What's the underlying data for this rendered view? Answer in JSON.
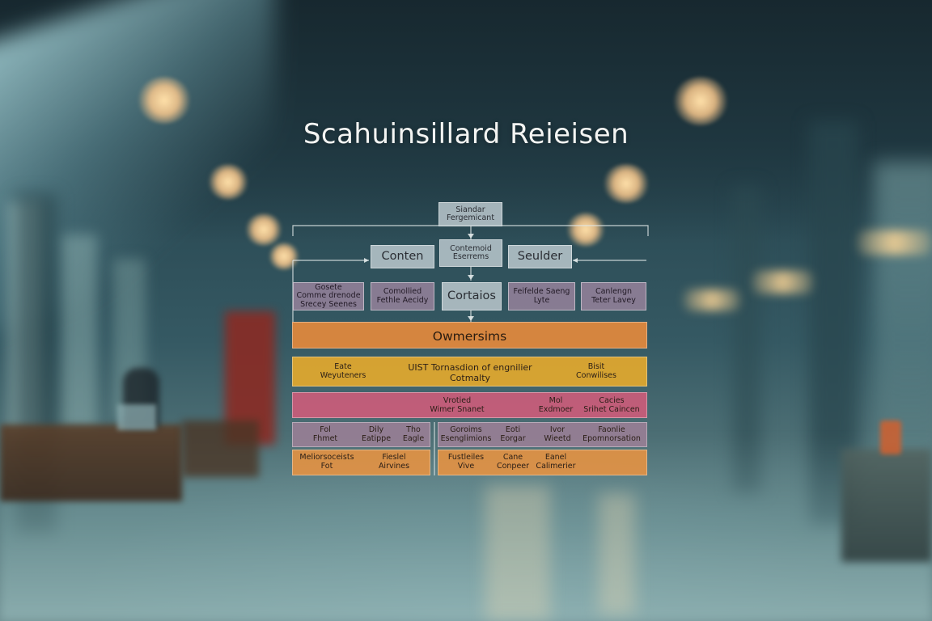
{
  "title": "Scahuinsillard Reieisen",
  "top_node": [
    "Siandar",
    "Fergemicant"
  ],
  "level2": {
    "left": "Conten",
    "center": [
      "Contemoid",
      "Eserrems"
    ],
    "right": "Seulder"
  },
  "level3": {
    "left": [
      "Gosete",
      "Comme drenode",
      "Srecey Seenes"
    ],
    "left_center": [
      "Comollied",
      "Fethle Aecidy"
    ],
    "center": "Cortaios",
    "right_center": [
      "Feifelde Saeng",
      "Lyte"
    ],
    "right": [
      "Canlengn",
      "Teter Lavey"
    ]
  },
  "band_owners": "Owmersims",
  "band_amber": {
    "left": [
      "Eate",
      "Weyuteners"
    ],
    "center": [
      "UIST Tornasdion of engnilier",
      "Cotmalty"
    ],
    "right": [
      "Bisit",
      "Conwilises"
    ]
  },
  "band_pink": {
    "center": [
      "Vrotied",
      "Wimer Snanet"
    ],
    "right1": [
      "Mol",
      "Exdmoer"
    ],
    "right2": [
      "Cacies",
      "Srihet Caincen"
    ]
  },
  "band_mauve_left": {
    "c1": [
      "Fol",
      "Fhmet"
    ],
    "c2": [
      "Dily",
      "Eatippe"
    ],
    "c3": [
      "Tho",
      "Eagle"
    ]
  },
  "band_mauve_right": {
    "c1": [
      "Goroims",
      "Esenglimions"
    ],
    "c2": [
      "Eoti",
      "Eorgar"
    ],
    "c3": [
      "Ivor",
      "Wieetd"
    ],
    "c4": [
      "Faonlie",
      "Epomnorsation"
    ]
  },
  "band_orange_left": {
    "c1": [
      "Meliorsoceists",
      "Fot"
    ],
    "c2": [
      "Fieslel",
      "Airvines"
    ]
  },
  "band_orange_right": {
    "c1": [
      "Fustleiles",
      "Vive"
    ],
    "c2": [
      "Cane",
      "Conpeer"
    ],
    "c3": [
      "Eanel",
      "Calimerier"
    ]
  },
  "colors": {
    "orange": "#e2893c",
    "amber": "#e1a82e",
    "pink": "#cd5c7a",
    "mauve": "#9e8098",
    "grey_box": "#b6c4ca"
  }
}
